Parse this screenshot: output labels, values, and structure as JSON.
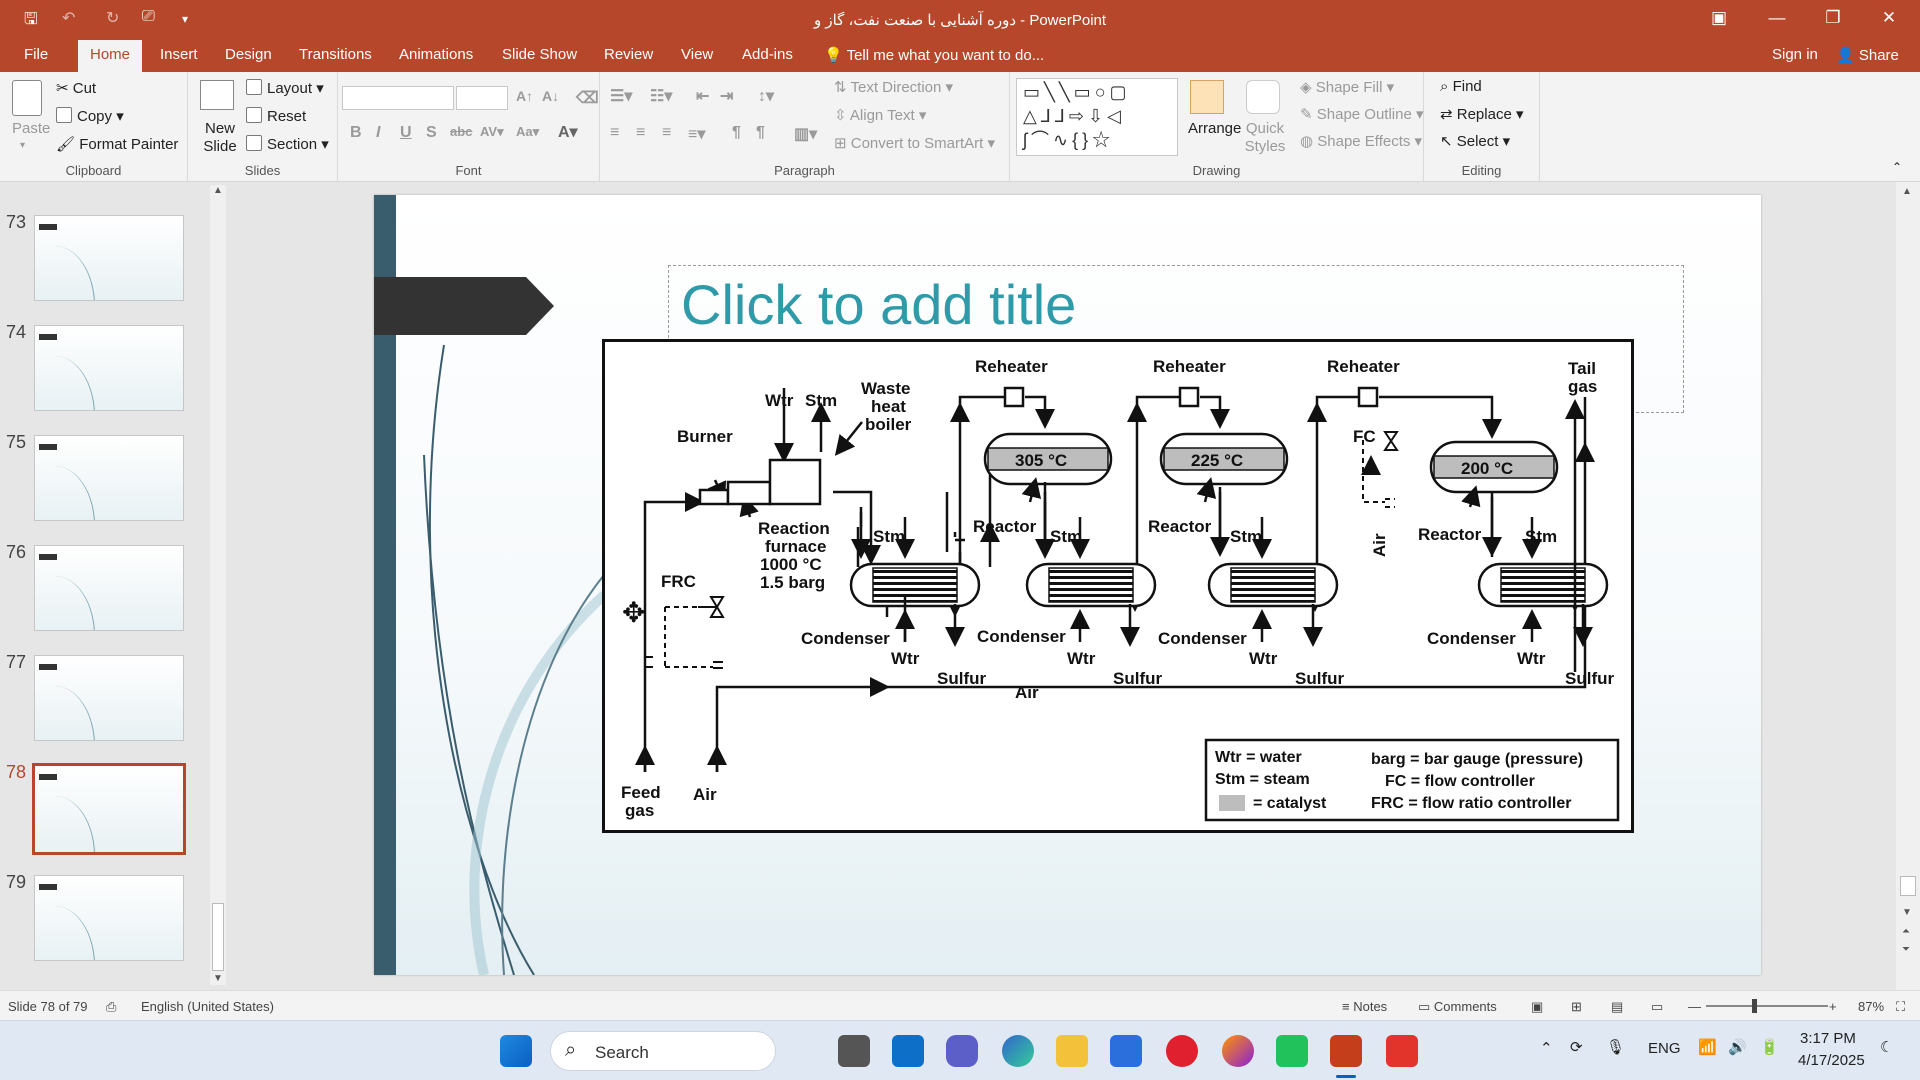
{
  "window": {
    "title": "دوره آشنایی با صنعت نفت، گاز و - PowerPoint",
    "min": "—",
    "restore": "❐",
    "close": "✕",
    "ribbon_opts": "▣"
  },
  "tabs": [
    "File",
    "Home",
    "Insert",
    "Design",
    "Transitions",
    "Animations",
    "Slide Show",
    "Review",
    "View",
    "Add-ins"
  ],
  "tell_me": "Tell me what you want to do...",
  "sign_in": "Sign in",
  "share": "Share",
  "clipboard": {
    "paste": "Paste",
    "cut": "Cut",
    "copy": "Copy",
    "format_painter": "Format Painter",
    "label": "Clipboard"
  },
  "slides_group": {
    "new_slide": "New Slide",
    "layout": "Layout",
    "reset": "Reset",
    "section": "Section",
    "label": "Slides"
  },
  "font_group": {
    "label": "Font"
  },
  "paragraph_group": {
    "text_direction": "Text Direction",
    "align_text": "Align Text",
    "convert": "Convert to SmartArt",
    "label": "Paragraph"
  },
  "drawing_group": {
    "arrange": "Arrange",
    "quick_styles": "Quick Styles",
    "shape_fill": "Shape Fill",
    "shape_outline": "Shape Outline",
    "shape_effects": "Shape Effects",
    "label": "Drawing"
  },
  "editing_group": {
    "find": "Find",
    "replace": "Replace",
    "select": "Select",
    "label": "Editing"
  },
  "thumbnails": [
    {
      "num": "73"
    },
    {
      "num": "74"
    },
    {
      "num": "75"
    },
    {
      "num": "76"
    },
    {
      "num": "77"
    },
    {
      "num": "78",
      "selected": true
    },
    {
      "num": "79"
    }
  ],
  "slide": {
    "title_placeholder": "Click to add title"
  },
  "diagram": {
    "burner": "Burner",
    "wtr": "Wtr",
    "stm": "Stm",
    "waste": "Waste",
    "heat": "heat",
    "boiler": "boiler",
    "reheater": "Reheater",
    "tail": "Tail",
    "gas": "gas",
    "temp1": "305 °C",
    "temp2": "225 °C",
    "temp3": "200 °C",
    "reaction": "Reaction",
    "furnace": "furnace",
    "fur_temp": "1000 °C",
    "fur_press": "1.5 barg",
    "frc": "FRC",
    "fc": "FC",
    "air": "Air",
    "reactor": "Reactor",
    "condenser": "Condenser",
    "sulfur": "Sulfur",
    "feed": "Feed",
    "feed_gas": "gas",
    "legend": {
      "l1": "Wtr = water",
      "l2": "Stm = steam",
      "l3": "= catalyst",
      "r1": "barg = bar gauge (pressure)",
      "r2": "FC = flow controller",
      "r3": "FRC = flow ratio controller"
    }
  },
  "status": {
    "slide_info": "Slide 78 of 79",
    "language": "English (United States)",
    "notes": "Notes",
    "comments": "Comments",
    "zoom": "87%"
  },
  "taskbar": {
    "search": "Search",
    "lang": "ENG",
    "time": "3:17 PM",
    "date": "4/17/2025"
  }
}
